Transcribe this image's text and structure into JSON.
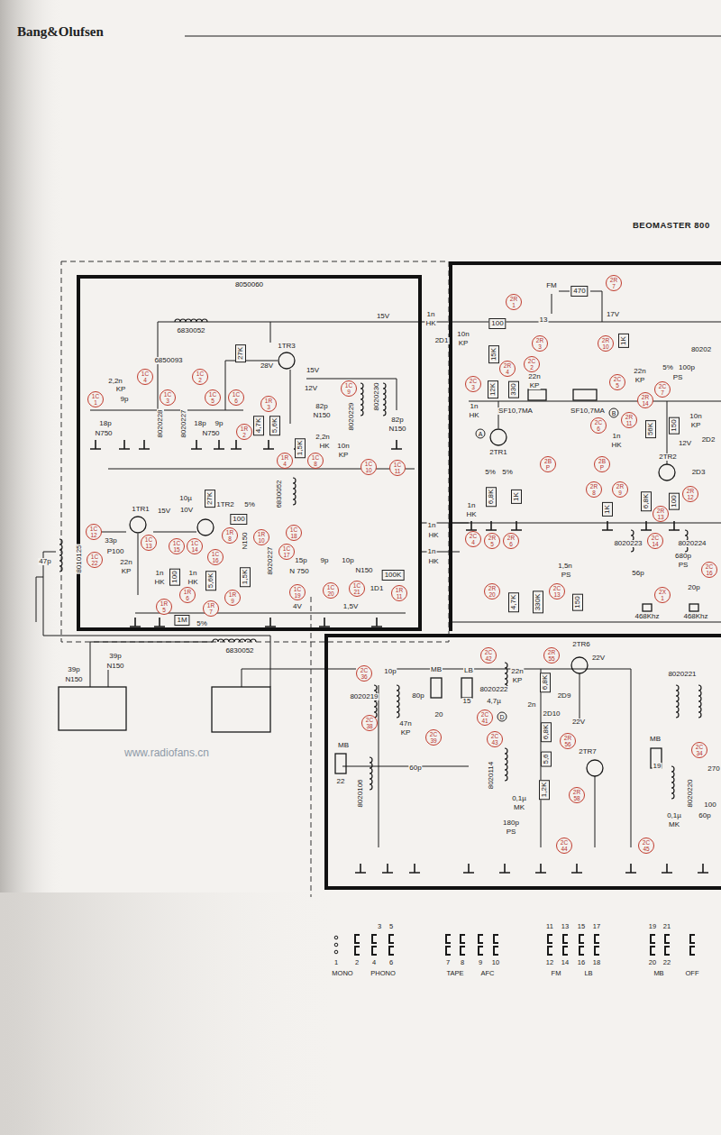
{
  "diagram": {
    "title": "BEOMASTER 800",
    "nodes": [
      {
        "text": [
          "8050060"
        ]
      }
    ],
    "labels": [
      "Bang&Olufsen",
      "6830052",
      "27K",
      "15V",
      "1n",
      "HK",
      "1TR3",
      "28V",
      "15V",
      "12V",
      "1C 9",
      "2,2n",
      "KP",
      "1C 4",
      "6850093",
      "1C 2",
      "1C 1",
      "9p",
      "1C 3",
      "1C 5",
      "1C 6",
      "1R 3",
      "82p",
      "N150",
      "8020229",
      "8020230",
      "82p",
      "N150",
      "18p",
      "N750",
      "8020228",
      "8020227",
      "18p",
      "9p",
      "N750",
      "4,7K",
      "1R 2",
      "5,6K",
      "1,5K",
      "2,2n",
      "HK",
      "10n",
      "KP",
      "1R 4",
      "1C 8",
      "1C 10",
      "1C 11",
      "10µ",
      "10V",
      "27K",
      "1TR2",
      "5%",
      "100",
      "1R 8",
      "1R 10",
      "6830052",
      "1C 18",
      "1TR1",
      "15V",
      "1C 12",
      "33p",
      "P100",
      "1C 13",
      "1C 15",
      "1C 14",
      "1C 16",
      "1C 17",
      "N150",
      "8020227",
      "47p",
      "8010125",
      "22n",
      "KP",
      "1C 22",
      "1n",
      "HK",
      "100",
      "1n",
      "HK",
      "5,6K",
      "1,5K",
      "15p",
      "N 750",
      "9p",
      "10p",
      "N150",
      "100K",
      "1C 21",
      "1D1",
      "1R 11",
      "1C 19",
      "1C 20",
      "1,5V",
      "4V",
      "1R 5",
      "1R 6",
      "1R 7",
      "1R 9",
      "1M",
      "5%",
      "1n",
      "HK",
      "1n",
      "HK",
      "6830052",
      "39p",
      "N150",
      "39p",
      "N150",
      "www.radiofans.cn",
      "FM",
      "470",
      "2R 7",
      "13",
      "2R 1",
      "100",
      "17V",
      "10n",
      "KP",
      "2D1",
      "15K",
      "2R 3",
      "1K",
      "2R 10",
      "80202",
      "2C 2",
      "22n",
      "KP",
      "2C 3",
      "2R 4",
      "12K",
      "330",
      "2C 5",
      "22n",
      "KP",
      "5%",
      "100p",
      "PS",
      "2C 7",
      "SF10,7MA",
      "SF10,7MA",
      "1n",
      "HK",
      "B",
      "2R 11",
      "2R 14",
      "56K",
      "150",
      "2C 6",
      "1n",
      "HK",
      "10n",
      "KP",
      "A",
      "2TR1",
      "12V",
      "2D2",
      "2TR2",
      "2D3",
      "5%",
      "5%",
      "2B P",
      "2B P",
      "1n",
      "HK",
      "6,8K",
      "1K",
      "2R 8",
      "2R 9",
      "1K",
      "6,8K",
      "100",
      "2R 12",
      "2R 13",
      "2C 4",
      "2R 5",
      "2R 6",
      "8020223",
      "2C 14",
      "8020224",
      "2C 16",
      "1,5n",
      "PS",
      "2C 13",
      "56p",
      "680p",
      "PS",
      "20p",
      "2R 20",
      "4,7K",
      "330K",
      "150",
      "2X 1",
      "468Khz",
      "468Khz",
      "2C 36",
      "10p",
      "8020219",
      "MB",
      "20",
      "LB",
      "15",
      "80p",
      "47n",
      "KP",
      "2C 38",
      "2C 39",
      "MB",
      "22",
      "8020106",
      "60p",
      "2C 42",
      "22n",
      "KP",
      "2R 55",
      "8020222",
      "6,8K",
      "2TR6",
      "22V",
      "2D9",
      "2D10",
      "2n",
      "4,7µ",
      "2C 41",
      "D",
      "2C 43",
      "6,8K",
      "2R 56",
      "22V",
      "2TR7",
      "8020114",
      "180p",
      "PS",
      "5,6",
      "1,2K",
      "0,1µ",
      "MK",
      "2R 58",
      "2C 44",
      "8020221",
      "MB",
      "19",
      "8020220",
      "2C 34",
      "270",
      "60p",
      "0,1µ",
      "MK",
      "2C 45",
      "100",
      "3",
      "5",
      "1",
      "2",
      "4",
      "6",
      "MONO",
      "PHONO",
      "7",
      "8",
      "9",
      "10",
      "TAPE",
      "AFC",
      "11",
      "13",
      "15",
      "17",
      "12",
      "14",
      "16",
      "18",
      "FM",
      "LB",
      "19",
      "21",
      "20",
      "22",
      "MB",
      "OFF"
    ]
  }
}
